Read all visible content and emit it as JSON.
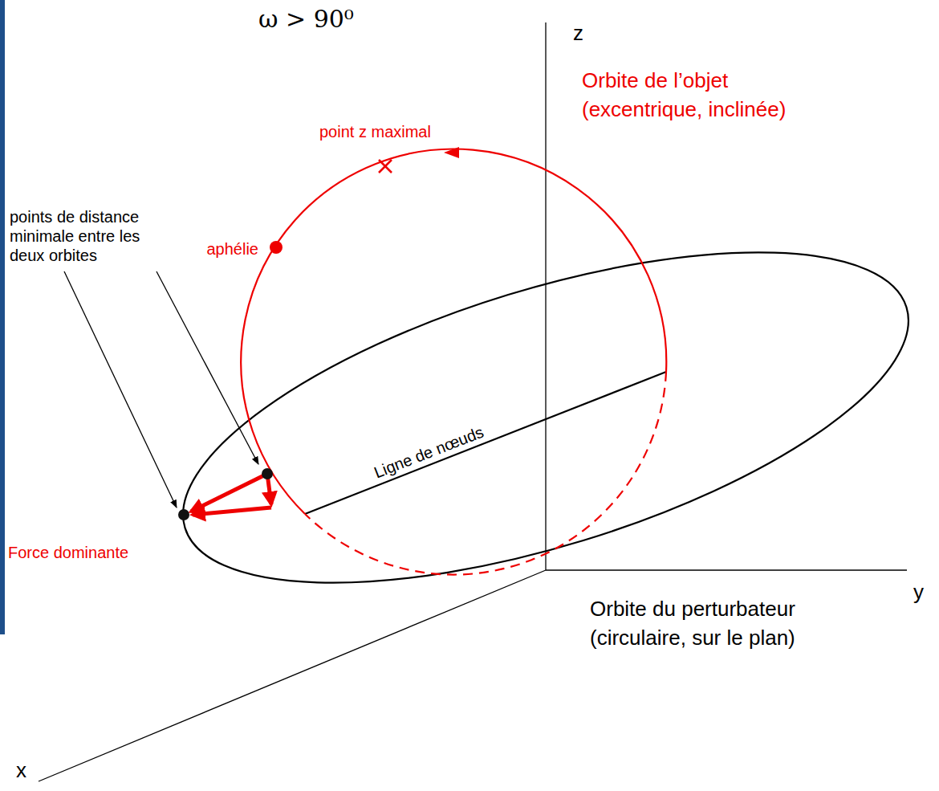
{
  "diagram": {
    "labels": [
      "ω > 90⁰",
      "z",
      "Orbite de l’objet (excentrique, inclinée)",
      "point z maximal",
      "aphélie",
      "points de distance minimale entre les deux orbites",
      "Ligne de nœuds",
      "y",
      "Force dominante",
      "Orbite du perturbateur (circulaire, sur le plan)",
      "x"
    ]
  }
}
